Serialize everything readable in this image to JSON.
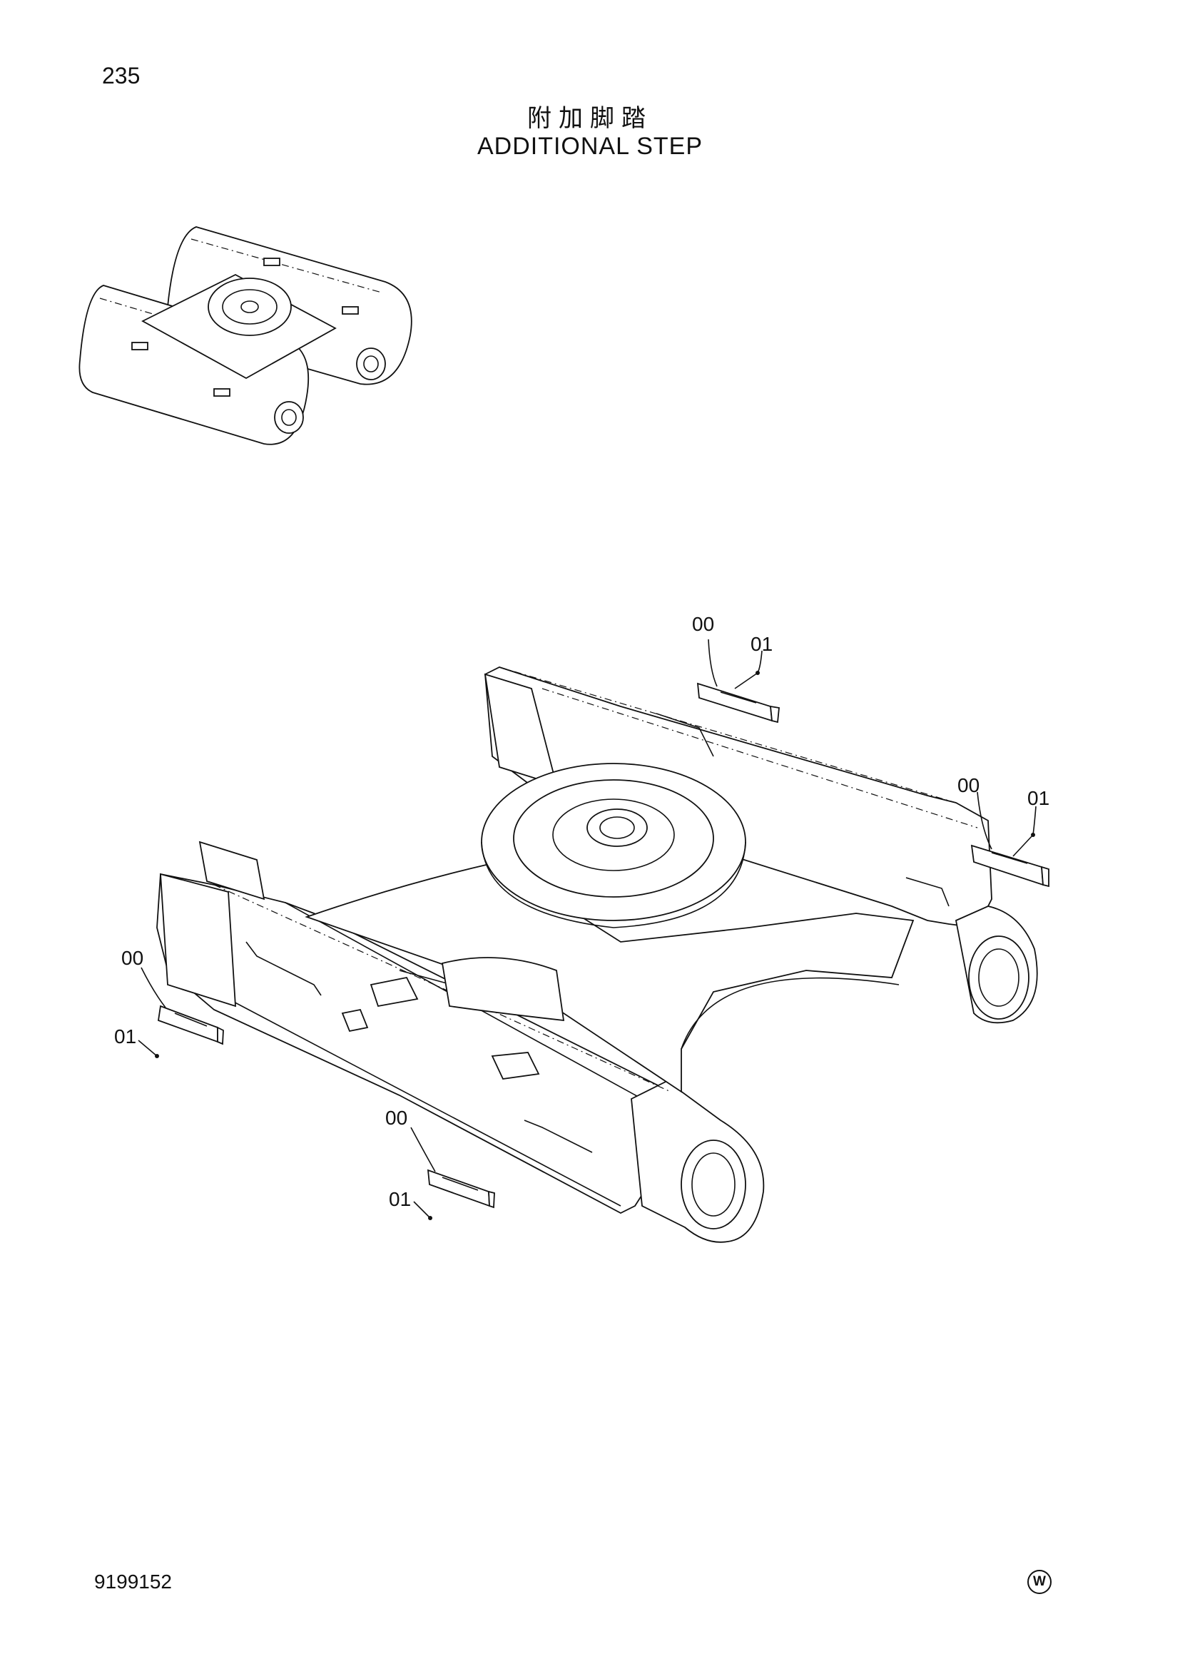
{
  "page": {
    "number": "235",
    "title_cn": "附加脚踏",
    "title_en": "ADDITIONAL STEP",
    "doc_code": "9199152",
    "mark": "W"
  },
  "callouts": [
    {
      "group": "right-rear-step",
      "part": "00"
    },
    {
      "group": "right-rear-step",
      "bolt": "01"
    },
    {
      "group": "right-front-step",
      "part": "00"
    },
    {
      "group": "right-front-step",
      "bolt": "01"
    },
    {
      "group": "left-rear-step",
      "part": "00"
    },
    {
      "group": "left-rear-step",
      "bolt": "01"
    },
    {
      "group": "left-front-step",
      "part": "00"
    },
    {
      "group": "left-front-step",
      "bolt": "01"
    }
  ]
}
